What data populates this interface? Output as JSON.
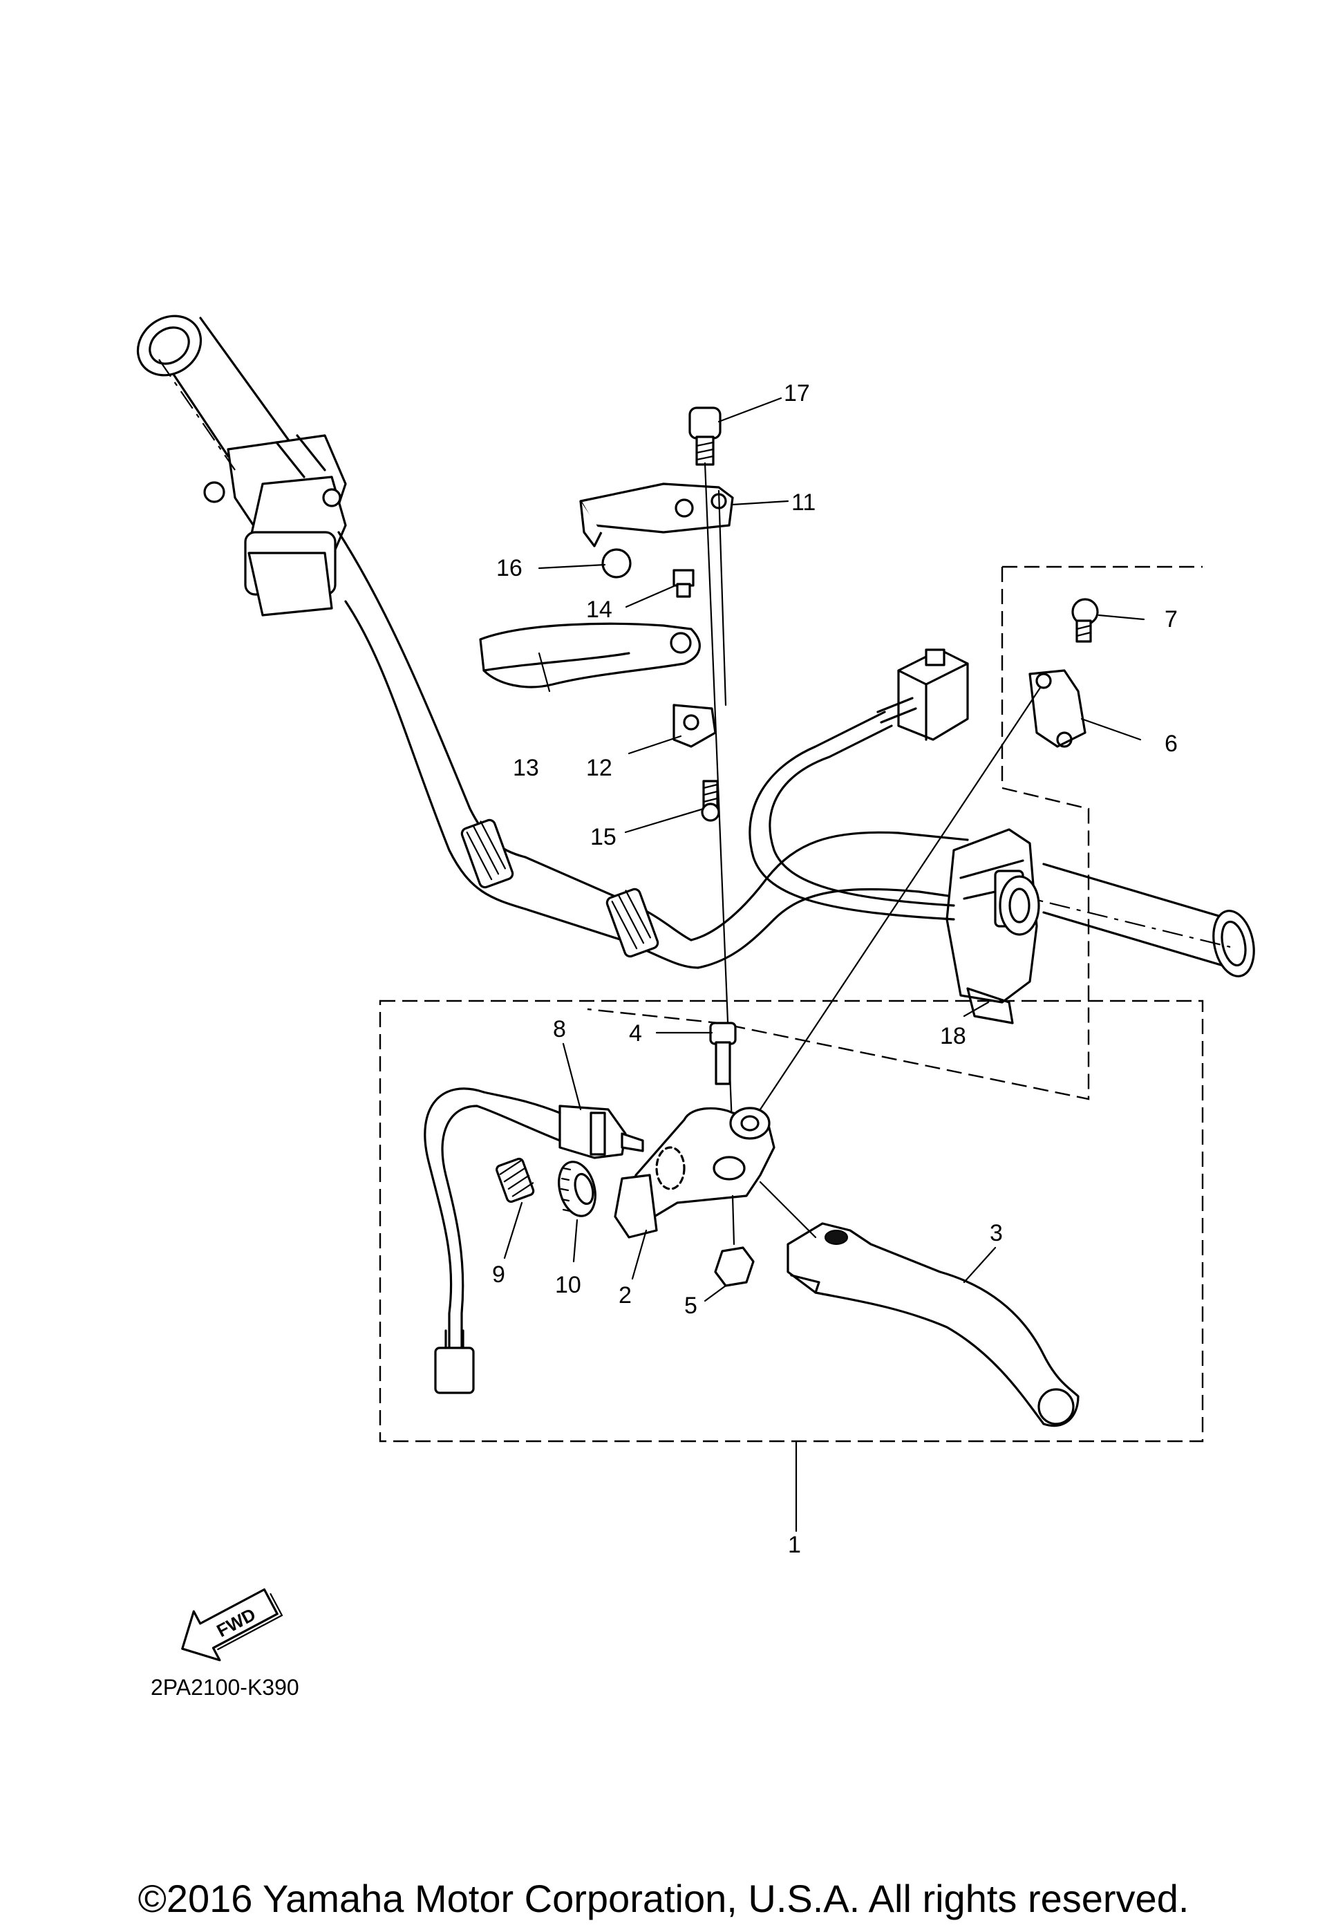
{
  "callouts": [
    {
      "n": "1",
      "label": "1"
    },
    {
      "n": "2",
      "label": "2"
    },
    {
      "n": "3",
      "label": "3"
    },
    {
      "n": "4",
      "label": "4"
    },
    {
      "n": "5",
      "label": "5"
    },
    {
      "n": "6",
      "label": "6"
    },
    {
      "n": "7",
      "label": "7"
    },
    {
      "n": "8",
      "label": "8"
    },
    {
      "n": "9",
      "label": "9"
    },
    {
      "n": "10",
      "label": "10"
    },
    {
      "n": "11",
      "label": "11"
    },
    {
      "n": "12",
      "label": "12"
    },
    {
      "n": "13",
      "label": "13"
    },
    {
      "n": "14",
      "label": "14"
    },
    {
      "n": "15",
      "label": "15"
    },
    {
      "n": "16",
      "label": "16"
    },
    {
      "n": "17",
      "label": "17"
    },
    {
      "n": "18",
      "label": "18"
    }
  ],
  "fwd_arrow_text": "FWD",
  "diagram_code": "2PA2100-K390",
  "copyright": "©2016 Yamaha Motor Corporation, U.S.A. All rights reserved."
}
